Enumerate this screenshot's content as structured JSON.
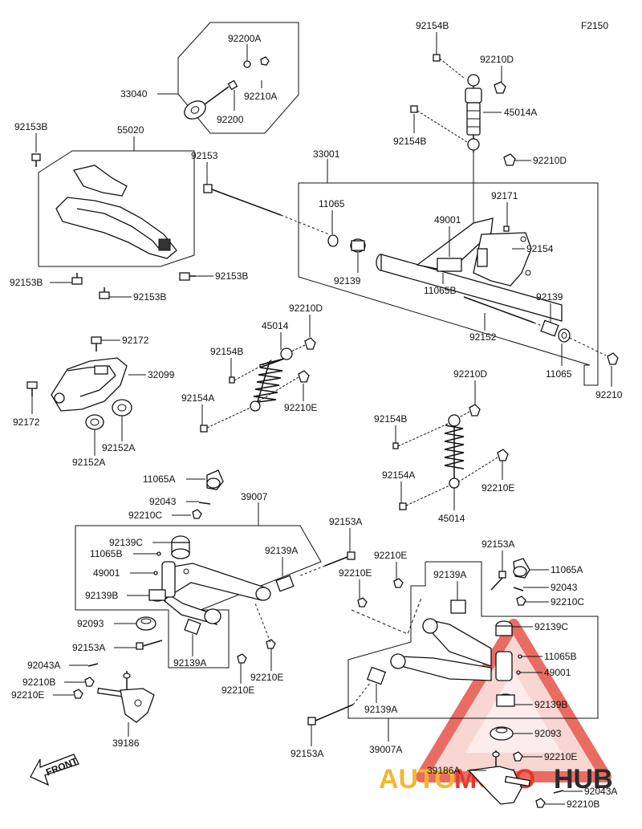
{
  "diagram_code": "F2150",
  "front_label": "FRONT",
  "watermark": {
    "auto": "AUTO",
    "moto": "MOTO",
    "hub": "HUB",
    "colors": {
      "orange": "#f5b731",
      "red": "#e23b2e",
      "dark": "#2b2b2b"
    }
  },
  "labels": {
    "l92154B_top": "92154B",
    "l92210D_top": "92210D",
    "l45014A": "45014A",
    "l92154B_mid": "92154B",
    "l92210D_mid": "92210D",
    "l92200A": "92200A",
    "l33040": "33040",
    "l92210A": "92210A",
    "l92200": "92200",
    "l92153B_a": "92153B",
    "l55020": "55020",
    "l92153_rod": "92153",
    "l33001": "33001",
    "l11065_top": "11065",
    "l92171": "92171",
    "l49001_top": "49001",
    "l92154": "92154",
    "l92139_top": "92139",
    "l11065B_top": "11065B",
    "l92139_r": "92139",
    "l92152": "92152",
    "l11065_r": "11065",
    "l92210": "92210",
    "l92153B_b": "92153B",
    "l92153B_c": "92153B",
    "l92153B_d": "92153B",
    "l92210D_s1": "92210D",
    "l45014": "45014",
    "l92154B_s1": "92154B",
    "l92210E_s1": "92210E",
    "l92154A_s1": "92154A",
    "l92172_a": "92172",
    "l32099": "32099",
    "l92172_b": "92172",
    "l92152A_a": "92152A",
    "l92152A_b": "92152A",
    "l92210D_s2": "92210D",
    "l92154B_s2": "92154B",
    "l92154A_s2": "92154A",
    "l92210E_s2": "92210E",
    "l45014_s2": "45014",
    "l11065A_l": "11065A",
    "l92043_l": "92043",
    "l92210C_l": "92210C",
    "l39007": "39007",
    "l92153A_l": "92153A",
    "l92139C_l": "92139C",
    "l11065B_l": "11065B",
    "l49001_l": "49001",
    "l92139A_l1": "92139A",
    "l92139B_l": "92139B",
    "l92093_l": "92093",
    "l92153A_l2": "92153A",
    "l92043A_l": "92043A",
    "l92210B_l": "92210B",
    "l92210E_l": "92210E",
    "l92139A_l2": "92139A",
    "l92210E_l2": "92210E",
    "l92210E_l3": "92210E",
    "l39186": "39186",
    "l92210E_r1": "92210E",
    "l92210E_r2": "92210E",
    "l92139A_r1": "92139A",
    "l92153A_r": "92153A",
    "l11065A_r": "11065A",
    "l92043_r": "92043",
    "l92210C_r": "92210C",
    "l92139C_r": "92139C",
    "l11065B_r": "11065B",
    "l49001_r": "49001",
    "l92139A_r2": "92139A",
    "l92139B_r": "92139B",
    "l92093_r": "92093",
    "l92153A_r2": "92153A",
    "l39007A": "39007A",
    "l92210E_r3": "92210E",
    "l39186A": "39186A",
    "l92043A_r": "92043A",
    "l92210B_r": "92210B"
  }
}
